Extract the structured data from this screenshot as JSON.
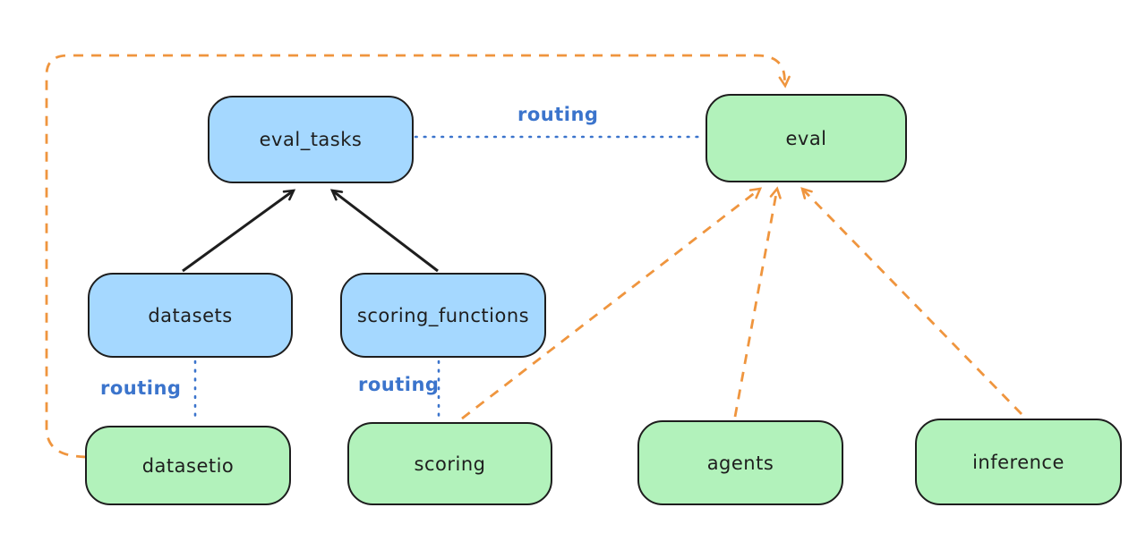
{
  "colors": {
    "background": "#ffffff",
    "node_stroke": "#1e1e1e",
    "api_node_fill_blue": "#a5d8ff",
    "provider_node_fill_green": "#b2f2bb",
    "routing_blue": "#3b74cc",
    "dependency_orange": "#ef953e"
  },
  "nodes": {
    "eval_tasks": {
      "label": "eval_tasks",
      "color": "blue"
    },
    "eval": {
      "label": "eval",
      "color": "green"
    },
    "datasets": {
      "label": "datasets",
      "color": "blue"
    },
    "scoring_functions": {
      "label": "scoring_functions",
      "color": "blue"
    },
    "datasetio": {
      "label": "datasetio",
      "color": "green"
    },
    "scoring": {
      "label": "scoring",
      "color": "green"
    },
    "agents": {
      "label": "agents",
      "color": "green"
    },
    "inference": {
      "label": "inference",
      "color": "green"
    }
  },
  "edges": [
    {
      "from": "datasets",
      "to": "eval_tasks",
      "style": "solid-black-arrow",
      "label": ""
    },
    {
      "from": "scoring_functions",
      "to": "eval_tasks",
      "style": "solid-black-arrow",
      "label": ""
    },
    {
      "from": "eval_tasks",
      "to": "eval",
      "style": "dotted-blue",
      "label": "routing"
    },
    {
      "from": "datasets",
      "to": "datasetio",
      "style": "dotted-blue",
      "label": "routing"
    },
    {
      "from": "scoring_functions",
      "to": "scoring",
      "style": "dotted-blue",
      "label": "routing"
    },
    {
      "from": "datasetio",
      "to": "eval",
      "style": "dashed-orange-arrow",
      "label": ""
    },
    {
      "from": "scoring",
      "to": "eval",
      "style": "dashed-orange-arrow",
      "label": ""
    },
    {
      "from": "agents",
      "to": "eval",
      "style": "dashed-orange-arrow",
      "label": ""
    },
    {
      "from": "inference",
      "to": "eval",
      "style": "dashed-orange-arrow",
      "label": ""
    }
  ],
  "edge_labels": [
    {
      "text": "routing"
    },
    {
      "text": "routing"
    },
    {
      "text": "routing"
    }
  ]
}
